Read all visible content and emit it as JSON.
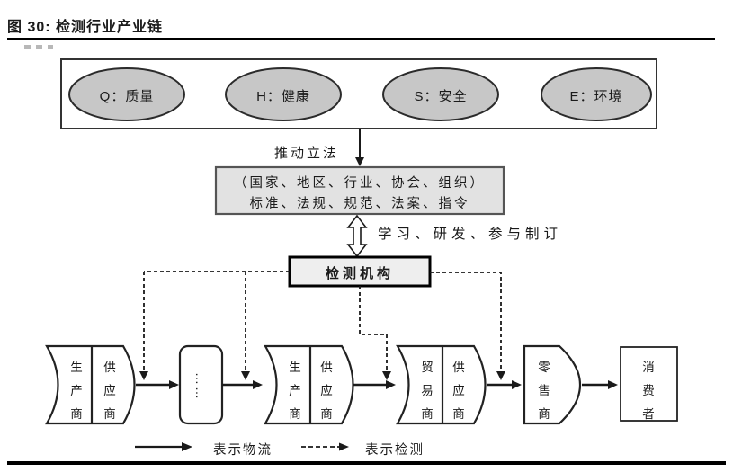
{
  "figure": {
    "title": "图 30: 检测行业产业链"
  },
  "colors": {
    "ellipse-fill": "#c7c7c7",
    "standards-fill": "#e2e2e2",
    "org-fill": "#eeeeee",
    "line": "#1a1a1a"
  },
  "qhse_box": {
    "ellipses": [
      {
        "label": "Q：质量"
      },
      {
        "label": "H：健康"
      },
      {
        "label": "S：安全"
      },
      {
        "label": "E：环境"
      }
    ]
  },
  "legislation_arrow": {
    "label": "推动立法"
  },
  "standards_box": {
    "line1": "（国家、地区、行业、协会、组织）",
    "line2": "标准、法规、规范、法案、指令"
  },
  "exchange_arrow": {
    "label": "学习、研发、参与制订"
  },
  "testing_org": {
    "label": "检测机构"
  },
  "chain": {
    "producer1": {
      "left": "生产商",
      "right": "供应商"
    },
    "intermediate": {
      "dots": "……"
    },
    "producer2": {
      "left": "生产商",
      "right": "供应商"
    },
    "trader": {
      "left": "贸易商",
      "right": "供应商"
    },
    "retailer": {
      "label": "零售商"
    },
    "consumer": {
      "label": "消费者"
    }
  },
  "legend": {
    "solid_label": "表示物流",
    "dashed_label": "表示检测"
  }
}
